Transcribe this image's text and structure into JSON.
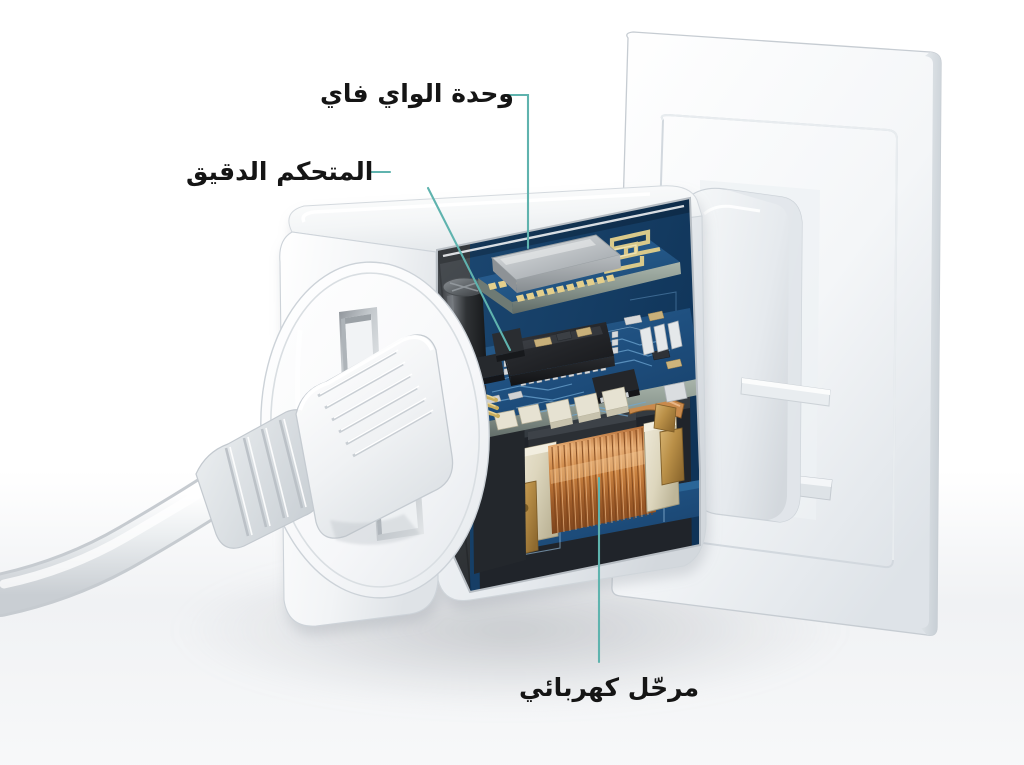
{
  "figure": {
    "type": "annotated-cutaway-illustration",
    "subject": "smart wi-fi wall plug, cutaway view, plugged into wall socket",
    "background_color": "#ffffff",
    "text_color": "#151515",
    "leader_line_color": "#5fb3ae",
    "language": "ar",
    "direction": "rtl"
  },
  "callouts": [
    {
      "id": "wifi",
      "label": "وحدة الواي فاي",
      "target": "wi-fi module with gold meander antenna on blue daughterboard",
      "leader": "elbow: horizontal from label then vertical down to module"
    },
    {
      "id": "mcu",
      "label": "المتحكم الدقيق",
      "target": "black QFP microcontroller chip on main blue PCB",
      "leader": "short horizontal stub then long diagonal down-right to chip"
    },
    {
      "id": "relay",
      "label": "مرحّل كهربائي",
      "target": "copper-wound relay coil on lower board",
      "leader": "straight vertical line from coil down to label"
    }
  ],
  "palette": {
    "pcb_blue": "#1d4d7a",
    "pcb_blue_dark": "#123a5e",
    "pcb_edge": "#8e9b93",
    "copper": "#c8793f",
    "copper_light": "#e0a26a",
    "gold_trace": "#d9c98a",
    "chip_black": "#2b2d30",
    "shield_silver": "#b9bcc0",
    "case_white": "#f7f8f9",
    "case_shadow": "#cfd3d8",
    "bobbin_cream": "#ddd7bf"
  },
  "components": [
    {
      "name": "wifi-module",
      "描述": "silver RF shield can on small blue PCB with gold antenna"
    },
    {
      "name": "microcontroller",
      "描述": "black square IC with fine pins, centre of main board"
    },
    {
      "name": "main-pcb",
      "描述": "blue printed circuit board, horizontal"
    },
    {
      "name": "relay-coil",
      "描述": "copper wire coil on cream bobbin with brass terminals"
    },
    {
      "name": "electrolytic-capacitor",
      "描述": "black cylindrical capacitor, left of board"
    },
    {
      "name": "transformer-wires",
      "描述": "gold/yellow bundled wires at left edge of board"
    },
    {
      "name": "socket-face",
      "描述": "white oval front face with two rectangular pin slots"
    },
    {
      "name": "power-plug",
      "描述": "white moulded plug with ribbed strain relief and cable"
    },
    {
      "name": "wall-plate",
      "描述": "white rounded-square wall faceplate behind unit"
    },
    {
      "name": "wall-pins",
      "描述": "plug pins entering the wall socket"
    }
  ]
}
